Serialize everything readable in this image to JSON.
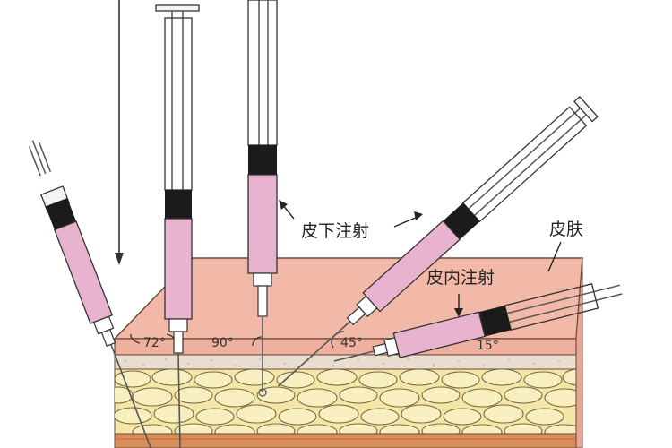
{
  "labels": {
    "subcutaneous": "皮下注射",
    "skin": "皮肤",
    "intradermal": "皮内注射"
  },
  "angles": {
    "a72": "72°",
    "a90": "90°",
    "a45": "45°",
    "a15": "15°"
  },
  "colors": {
    "background": "#ffffff",
    "skin_top": "#f2b9a8",
    "skin_front": "#f0b09e",
    "dermis_band": "#e9ddd0",
    "fat_bg": "#f3e6a6",
    "fat_cell": "#f7efbf",
    "muscle": "#d98e5a",
    "liquid": "#e8b3cf",
    "plunger_seal": "#1b1b1b",
    "outline": "#333333"
  }
}
